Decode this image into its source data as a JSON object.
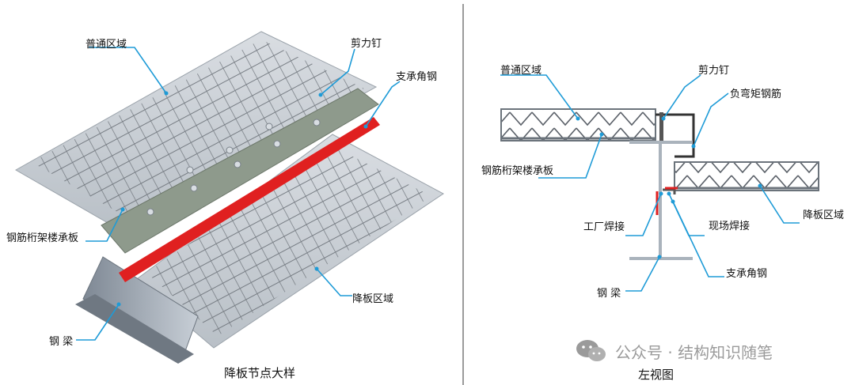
{
  "left_panel": {
    "caption": "降板节点大样",
    "labels": {
      "normal_zone": "普通区域",
      "shear_stud": "剪力钉",
      "support_angle": "支承角钢",
      "truss_deck": "钢筋桁架楼承板",
      "lowered_zone": "降板区域",
      "steel_beam": "钢  梁"
    }
  },
  "right_panel": {
    "caption": "左视图",
    "labels": {
      "normal_zone": "普通区域",
      "shear_stud": "剪力钉",
      "negative_rebar": "负弯矩钢筋",
      "truss_deck": "钢筋桁架楼承板",
      "factory_weld": "工厂焊接",
      "site_weld": "现场焊接",
      "lowered_zone": "降板区域",
      "support_angle": "支承角钢",
      "steel_beam": "钢  梁"
    }
  },
  "watermark": {
    "text": "公众号 · 结构知识随笔",
    "icon": "wechat-icon"
  },
  "colors": {
    "leader": "#1e9bd7",
    "weld_red": "#e02020",
    "steel": "#8f9aa6",
    "concrete": "#8d9a8a",
    "divider": "#9a9a9a"
  }
}
